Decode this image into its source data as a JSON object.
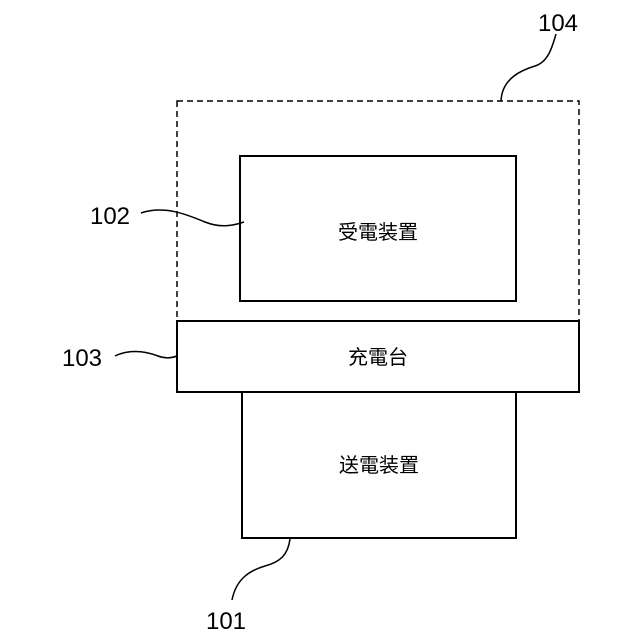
{
  "diagram": {
    "blocks": {
      "receiver": {
        "label": "受電装置",
        "ref": "102"
      },
      "charging_stand": {
        "label": "充電台",
        "ref": "103"
      },
      "transmitter": {
        "label": "送電装置",
        "ref": "101"
      },
      "receiver_enclosure": {
        "ref": "104",
        "style": "dashed"
      }
    },
    "colors": {
      "stroke": "#000000",
      "background": "#ffffff"
    }
  }
}
